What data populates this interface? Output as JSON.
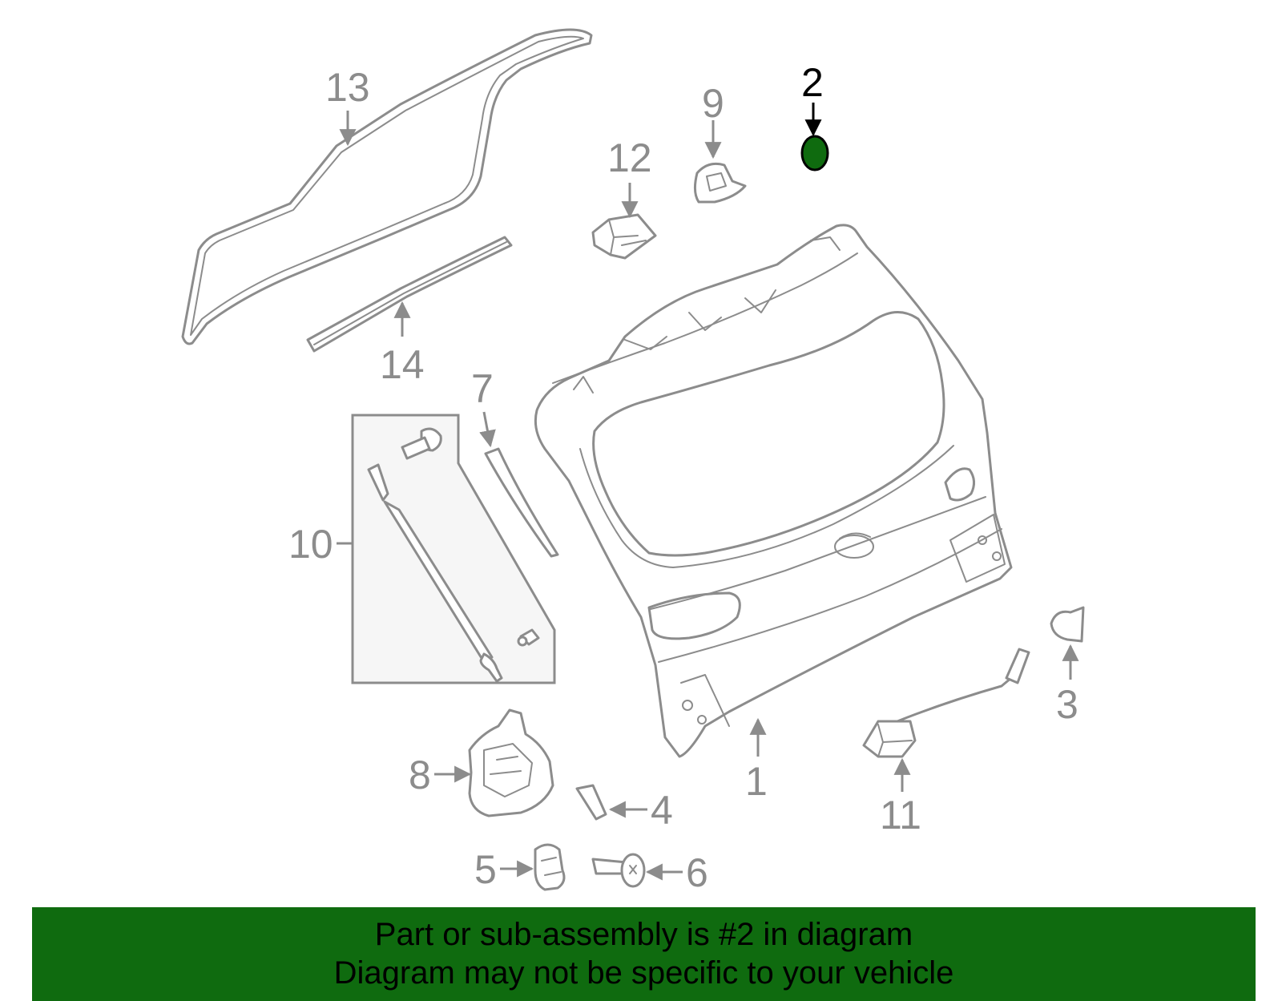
{
  "diagram": {
    "labels": [
      "1",
      "2",
      "3",
      "4",
      "5",
      "6",
      "7",
      "8",
      "9",
      "10",
      "11",
      "12",
      "13",
      "14"
    ],
    "highlight_part": "2",
    "colors": {
      "line": "#8c8c8c",
      "highlight_fill": "#0f6b0f",
      "highlight_line": "#000000",
      "banner_bg": "#0f6b0f",
      "panel_bg": "#f6f6f6"
    }
  },
  "banner": {
    "line1": "Part or sub-assembly is #2 in diagram",
    "line2": "Diagram may not be specific to your vehicle"
  }
}
